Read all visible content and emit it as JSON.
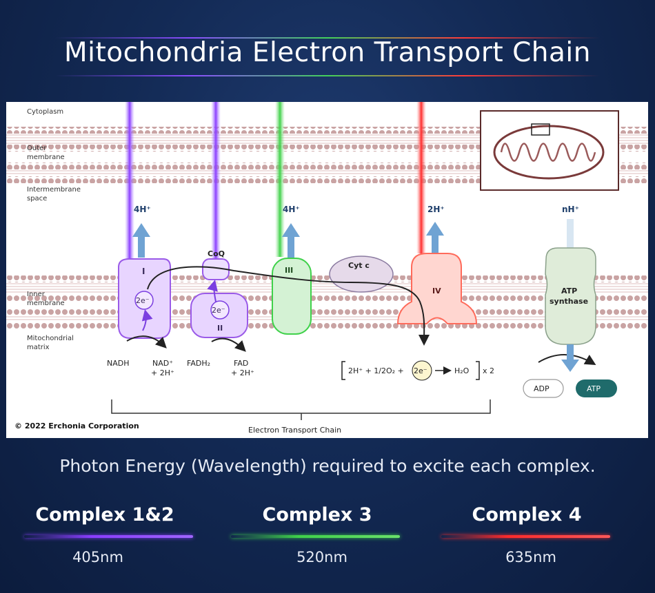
{
  "title": "Mitochondria Electron Transport Chain",
  "diagram": {
    "copyright": "© 2022 Erchonia Corporation",
    "regions": {
      "cytoplasm": "Cytoplasm",
      "outer_membrane": "Outer membrane",
      "intermembrane_space": "Intermembrane space",
      "inner_membrane": "Inner membrane",
      "matrix": "Mitochondrial matrix"
    },
    "complexes": {
      "c1": "I",
      "c2": "II",
      "c3": "III",
      "c4": "IV",
      "coq": "CoQ",
      "cytc": "Cyt c",
      "atp_synthase": "ATP synthase"
    },
    "protons": {
      "p1": "4H⁺",
      "p3": "4H⁺",
      "p4": "2H⁺",
      "pn": "nH⁺"
    },
    "electron": "2e⁻",
    "substrates": {
      "nadh": "NADH",
      "nad": "NAD⁺",
      "nad_h": "+ 2H⁺",
      "fadh2": "FADH₂",
      "fad": "FAD",
      "fad_h": "+ 2H⁺"
    },
    "reaction": {
      "left": "2H⁺ + 1/2O₂ +",
      "electron": "2e⁻",
      "product": "H₂O",
      "multiplier": "x 2"
    },
    "adp": "ADP",
    "atp": "ATP",
    "chain_label": "Electron Transport Chain",
    "colors": {
      "violet": "#8a3dff",
      "green": "#3fd14a",
      "red": "#ff2b2b",
      "arrow_blue": "#6fa3d3"
    }
  },
  "subtitle": "Photon Energy (Wavelength) required to excite each complex.",
  "legend": [
    {
      "label": "Complex 1&2",
      "wavelength": "405nm",
      "color": "#8a3dff"
    },
    {
      "label": "Complex 3",
      "wavelength": "520nm",
      "color": "#3fd14a"
    },
    {
      "label": "Complex 4",
      "wavelength": "635nm",
      "color": "#ff2b2b"
    }
  ]
}
